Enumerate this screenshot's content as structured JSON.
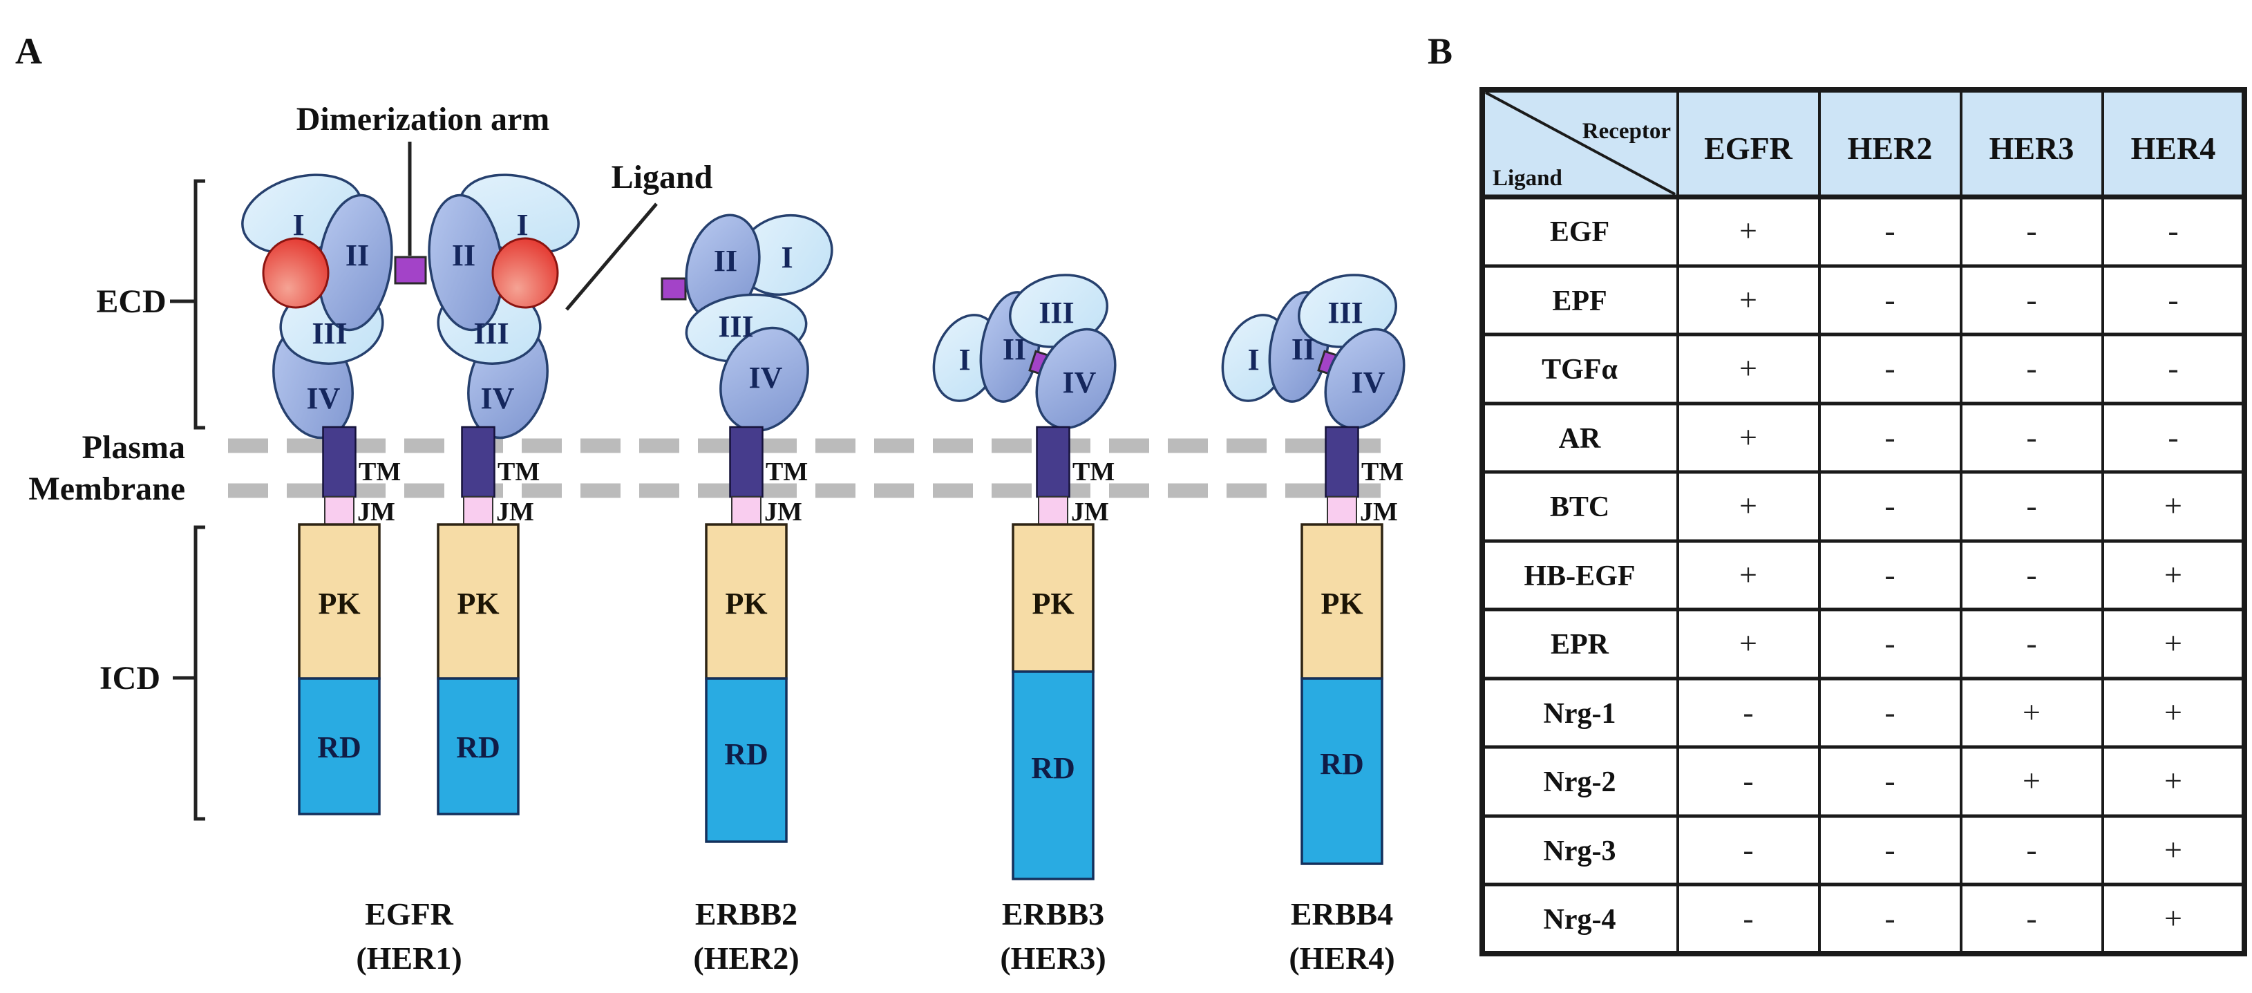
{
  "panelA": {
    "label": "A",
    "annotations": {
      "dimerization_arm": "Dimerization arm",
      "ligand": "Ligand",
      "ecd": "ECD",
      "icd": "ICD",
      "plasma": "Plasma",
      "membrane": "Membrane"
    },
    "domain_labels": [
      "I",
      "II",
      "III",
      "IV"
    ],
    "segment_labels": {
      "tm": "TM",
      "jm": "JM",
      "pk": "PK",
      "rd": "RD"
    },
    "receptors": [
      {
        "name": "EGFR",
        "alias": "(HER1)"
      },
      {
        "name": "ERBB2",
        "alias": "(HER2)"
      },
      {
        "name": "ERBB3",
        "alias": "(HER3)"
      },
      {
        "name": "ERBB4",
        "alias": "(HER4)"
      }
    ]
  },
  "panelB": {
    "label": "B",
    "table": {
      "corner": {
        "top_right": "Receptor",
        "bottom_left": "Ligand"
      },
      "columns": [
        "EGFR",
        "HER2",
        "HER3",
        "HER4"
      ],
      "rows": [
        {
          "ligand": "EGF",
          "values": [
            "+",
            "-",
            "-",
            "-"
          ]
        },
        {
          "ligand": "EPF",
          "values": [
            "+",
            "-",
            "-",
            "-"
          ]
        },
        {
          "ligand": "TGFα",
          "values": [
            "+",
            "-",
            "-",
            "-"
          ]
        },
        {
          "ligand": "AR",
          "values": [
            "+",
            "-",
            "-",
            "-"
          ]
        },
        {
          "ligand": "BTC",
          "values": [
            "+",
            "-",
            "-",
            "+"
          ]
        },
        {
          "ligand": "HB-EGF",
          "values": [
            "+",
            "-",
            "-",
            "+"
          ]
        },
        {
          "ligand": "EPR",
          "values": [
            "+",
            "-",
            "-",
            "+"
          ]
        },
        {
          "ligand": "Nrg-1",
          "values": [
            "-",
            "-",
            "+",
            "+"
          ]
        },
        {
          "ligand": "Nrg-2",
          "values": [
            "-",
            "-",
            "+",
            "+"
          ]
        },
        {
          "ligand": "Nrg-3",
          "values": [
            "-",
            "-",
            "-",
            "+"
          ]
        },
        {
          "ligand": "Nrg-4",
          "values": [
            "-",
            "-",
            "-",
            "+"
          ]
        }
      ]
    }
  },
  "colors": {
    "domain-light-blue": "#cfe8f8",
    "domain-medium-blue": "#8ba3d8",
    "ligand-red": "#e3231c",
    "arm-purple": "#a343c8",
    "tm-indigo": "#463c8c",
    "jm-pink": "#f9cdef",
    "pk-tan": "#f6dca6",
    "rd-blue": "#29abe2",
    "membrane-gray": "#bbbbbb",
    "header-blue": "#cde4f6",
    "text-navy": "#14265c"
  }
}
